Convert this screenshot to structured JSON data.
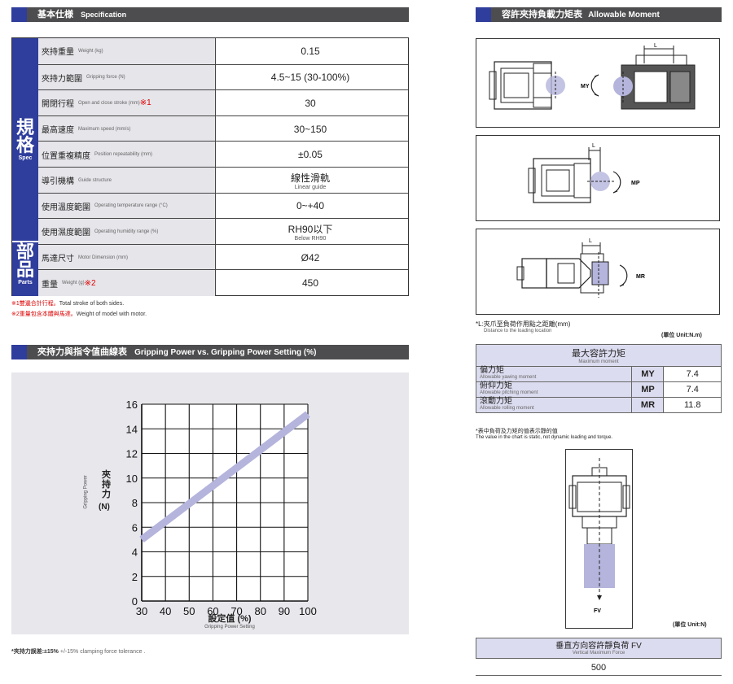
{
  "spec_section": {
    "title_zh": "基本仕様",
    "title_en": "Specification",
    "side_spec_zh": "規格",
    "side_spec_en": "Spec",
    "side_parts_zh": "部品",
    "side_parts_en": "Parts",
    "rows": [
      {
        "zh": "夾持重量",
        "en": "Weight (kg)",
        "mark": "",
        "value": "0.15",
        "value_sub": ""
      },
      {
        "zh": "夾持力範圍",
        "en": "Gripping force (N)",
        "mark": "",
        "value": "4.5~15 (30-100%)",
        "value_sub": ""
      },
      {
        "zh": "開閉行程",
        "en": "Open and close stroke (mm)",
        "mark": "※1",
        "value": "30",
        "value_sub": ""
      },
      {
        "zh": "最高速度",
        "en": "Maximum speed (mm/s)",
        "mark": "",
        "value": "30~150",
        "value_sub": ""
      },
      {
        "zh": "位置重複精度",
        "en": "Position repeatability (mm)",
        "mark": "",
        "value": "±0.05",
        "value_sub": ""
      },
      {
        "zh": "導引機構",
        "en": "Guide structure",
        "mark": "",
        "value": "線性滑軌",
        "value_sub": "Linear guide"
      },
      {
        "zh": "使用溫度範圍",
        "en": "Operating temperature range (°C)",
        "mark": "",
        "value": "0~+40",
        "value_sub": ""
      },
      {
        "zh": "使用濕度範圍",
        "en": "Operating humidity range (%)",
        "mark": "",
        "value": "RH90以下",
        "value_sub": "Below RH90"
      },
      {
        "zh": "馬達尺寸",
        "en": "Motor Dimension (mm)",
        "mark": "",
        "value": "Ø42",
        "value_sub": ""
      },
      {
        "zh": "重量",
        "en": "Weight (g)",
        "mark": "※2",
        "value": "450",
        "value_sub": ""
      }
    ],
    "note1_mark": "※1雙邊合計行程。",
    "note1_text": "Total stroke of both sides.",
    "note2_mark": "※2重量包含本體與馬達。",
    "note2_text": "Weight of model with motor."
  },
  "chart_section": {
    "title_zh": "夾持力與指令值曲線表",
    "title_en": "Gripping Power vs. Gripping Power Setting (%)",
    "ylabel_zh": "夾持力",
    "ylabel_unit": "(N)",
    "ylabel_en": "Gripping Power",
    "xlabel_zh": "設定值 (%)",
    "xlabel_en": "Gripping Power Setting",
    "footnote_zh": "*夾持力誤差:±15%",
    "footnote_en": "+/-15% clamping force tolerance ."
  },
  "chart_data": {
    "type": "line",
    "x": [
      30,
      100
    ],
    "series": [
      {
        "values": [
          5.0,
          15.2
        ]
      }
    ],
    "xticks": [
      "30",
      "40",
      "50",
      "60",
      "70",
      "80",
      "90",
      "100"
    ],
    "yticks": [
      "0",
      "2",
      "4",
      "6",
      "8",
      "10",
      "12",
      "14",
      "16"
    ],
    "xlim": [
      30,
      100
    ],
    "ylim": [
      0,
      16
    ],
    "grid": true,
    "line_color": "#b4b4dc"
  },
  "moment_section": {
    "title_zh": "容許夾持負載力矩表",
    "title_en": "Allowable Moment",
    "label_L": "L",
    "diag_labels": [
      "MY",
      "MP",
      "MR"
    ],
    "note_zh": "*L:夾爪至負荷作用點之距離(mm)",
    "note_en": "Distance to the loading location",
    "unit1": "(單位 Unit:N.m)",
    "table_head_zh": "最大容許力矩",
    "table_head_en": "Maximum moment",
    "rows": [
      {
        "zh": "偏力矩",
        "en": "Allowable yawing moment",
        "code": "MY",
        "value": "7.4"
      },
      {
        "zh": "俯仰力矩",
        "en": "Allowable pitching moment",
        "code": "MP",
        "value": "7.4"
      },
      {
        "zh": "滾動力矩",
        "en": "Allowable rolling moment",
        "code": "MR",
        "value": "11.8"
      }
    ],
    "note2_zh": "*表中負荷及力矩的值表示靜的值",
    "note2_en": "The value in the chart is static, not dynamic loading and torque.",
    "fv_label": "FV",
    "unit2": "(單位 Unit:N)",
    "fv_head_zh": "垂直方向容許靜負荷 FV",
    "fv_head_en": "Vertical Maximum Force",
    "fv_value": "500"
  },
  "colors": {
    "header_bg": "#4d4d4f",
    "accent": "#2f3d9c",
    "label_bg": "#e5e5ea",
    "red": "#e00000"
  }
}
